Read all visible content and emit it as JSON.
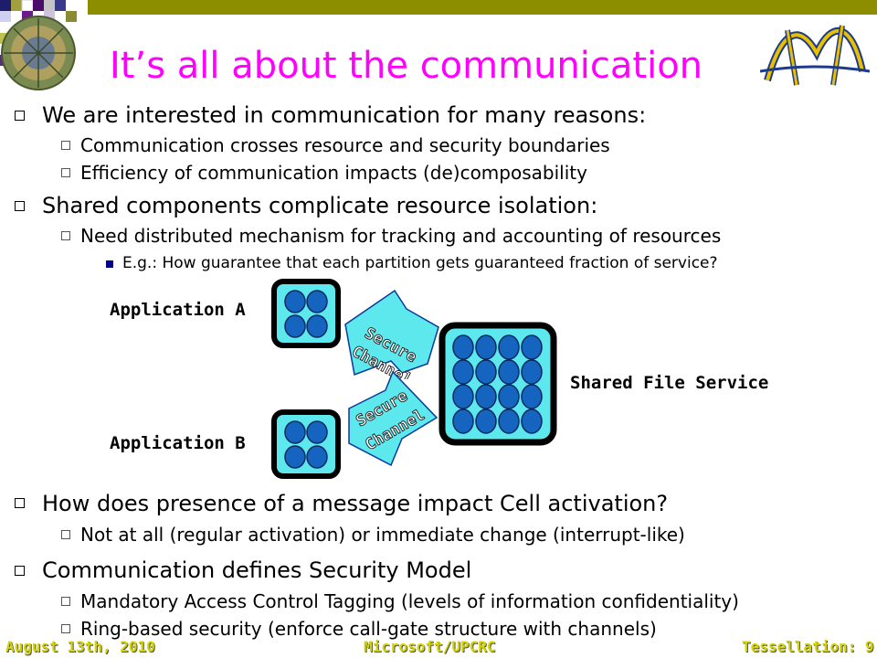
{
  "slide": {
    "title": "It’s all about the communication",
    "bullets": [
      {
        "text": "We are interested in communication for many reasons:"
      },
      {
        "text": "Communication crosses resource and security boundaries"
      },
      {
        "text": "Efficiency of communication impacts (de)composability"
      },
      {
        "text": "Shared components complicate resource isolation:"
      },
      {
        "text": "Need distributed mechanism for tracking and accounting of resources"
      },
      {
        "text": "E.g.: How guarantee that each partition gets guaranteed fraction of service?"
      },
      {
        "text": "How does presence of a message impact Cell activation?"
      },
      {
        "text": "Not at all (regular activation) or immediate change (interrupt-like)"
      },
      {
        "text": "Communication defines Security Model"
      },
      {
        "text": "Mandatory Access Control Tagging (levels of information confidentiality)"
      },
      {
        "text": "Ring-based security (enforce call-gate structure with channels)"
      }
    ]
  },
  "diagram": {
    "app_a_label": "Application A",
    "app_b_label": "Application B",
    "shared_label": "Shared File Service",
    "channel_top_line1": "Secure",
    "channel_top_line2": "Channel",
    "channel_bottom_line1": "Secure",
    "channel_bottom_line2": "Channel"
  },
  "footer": {
    "date": "August 13th, 2010",
    "org": "Microsoft/UPCRC",
    "page": "Tessellation: 9"
  },
  "colors": {
    "title": "#ff00ff",
    "cell_fill": "#5ce8ec",
    "core_fill": "#1565c0",
    "footer_text": "#d4d400",
    "accent_bar": "#8d8d00"
  }
}
